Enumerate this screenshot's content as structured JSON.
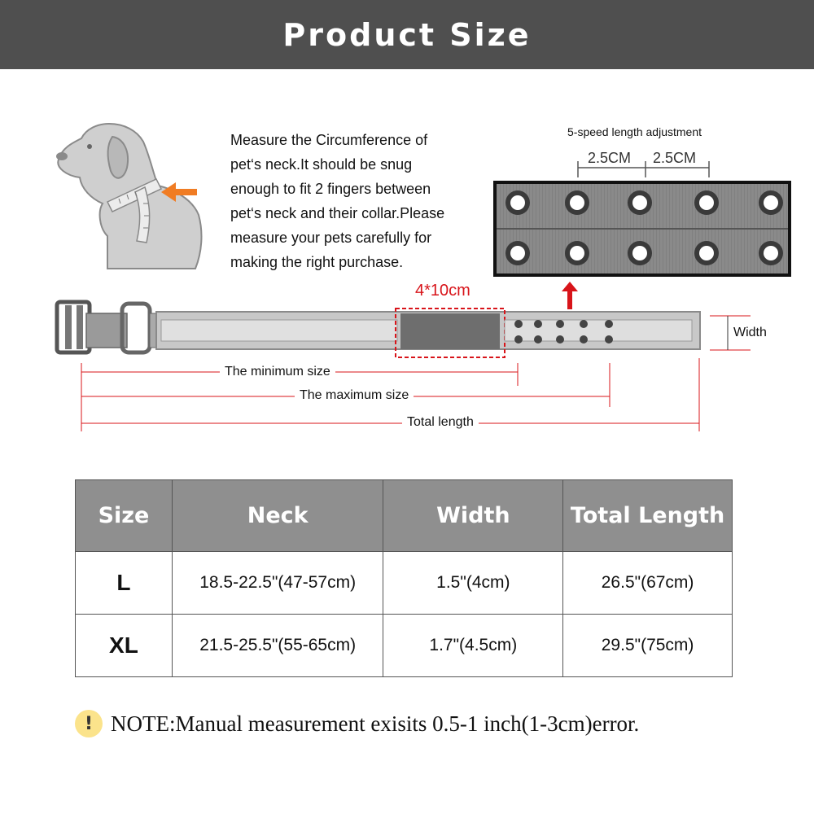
{
  "header": {
    "title": "Product Size"
  },
  "instructions": {
    "lines": [
      "Measure the Circumference of",
      "pet‘s neck.It should be snug",
      "enough to fit 2 fingers between",
      "pet‘s neck and their collar.Please",
      "measure your pets carefully for",
      "making the right purchase."
    ]
  },
  "adjustment": {
    "label": "5-speed length adjustment",
    "spacing_left": "2.5CM",
    "spacing_right": "2.5CM"
  },
  "velcro": {
    "label": "4*10cm"
  },
  "dimensions": {
    "width": "Width",
    "minimum": "The minimum size",
    "maximum": "The maximum size",
    "total": "Total length"
  },
  "table": {
    "headers": [
      "Size",
      "Neck",
      "Width",
      "Total Length"
    ],
    "rows": [
      {
        "size": "L",
        "neck": "18.5-22.5\"(47-57cm)",
        "width": "1.5\"(4cm)",
        "total": "26.5\"(67cm)"
      },
      {
        "size": "XL",
        "neck": "21.5-25.5\"(55-65cm)",
        "width": "1.7\"(4.5cm)",
        "total": "29.5\"(75cm)"
      }
    ]
  },
  "note": {
    "icon": "!",
    "text": "NOTE:Manual measurement exisits 0.5-1 inch(1-3cm)error."
  },
  "colors": {
    "header_bg": "#4f4f4f",
    "table_header_bg": "#8f8f8f",
    "accent_red": "#d8141a",
    "arrow_orange": "#f07c23",
    "note_icon_bg": "#fbe38b"
  }
}
